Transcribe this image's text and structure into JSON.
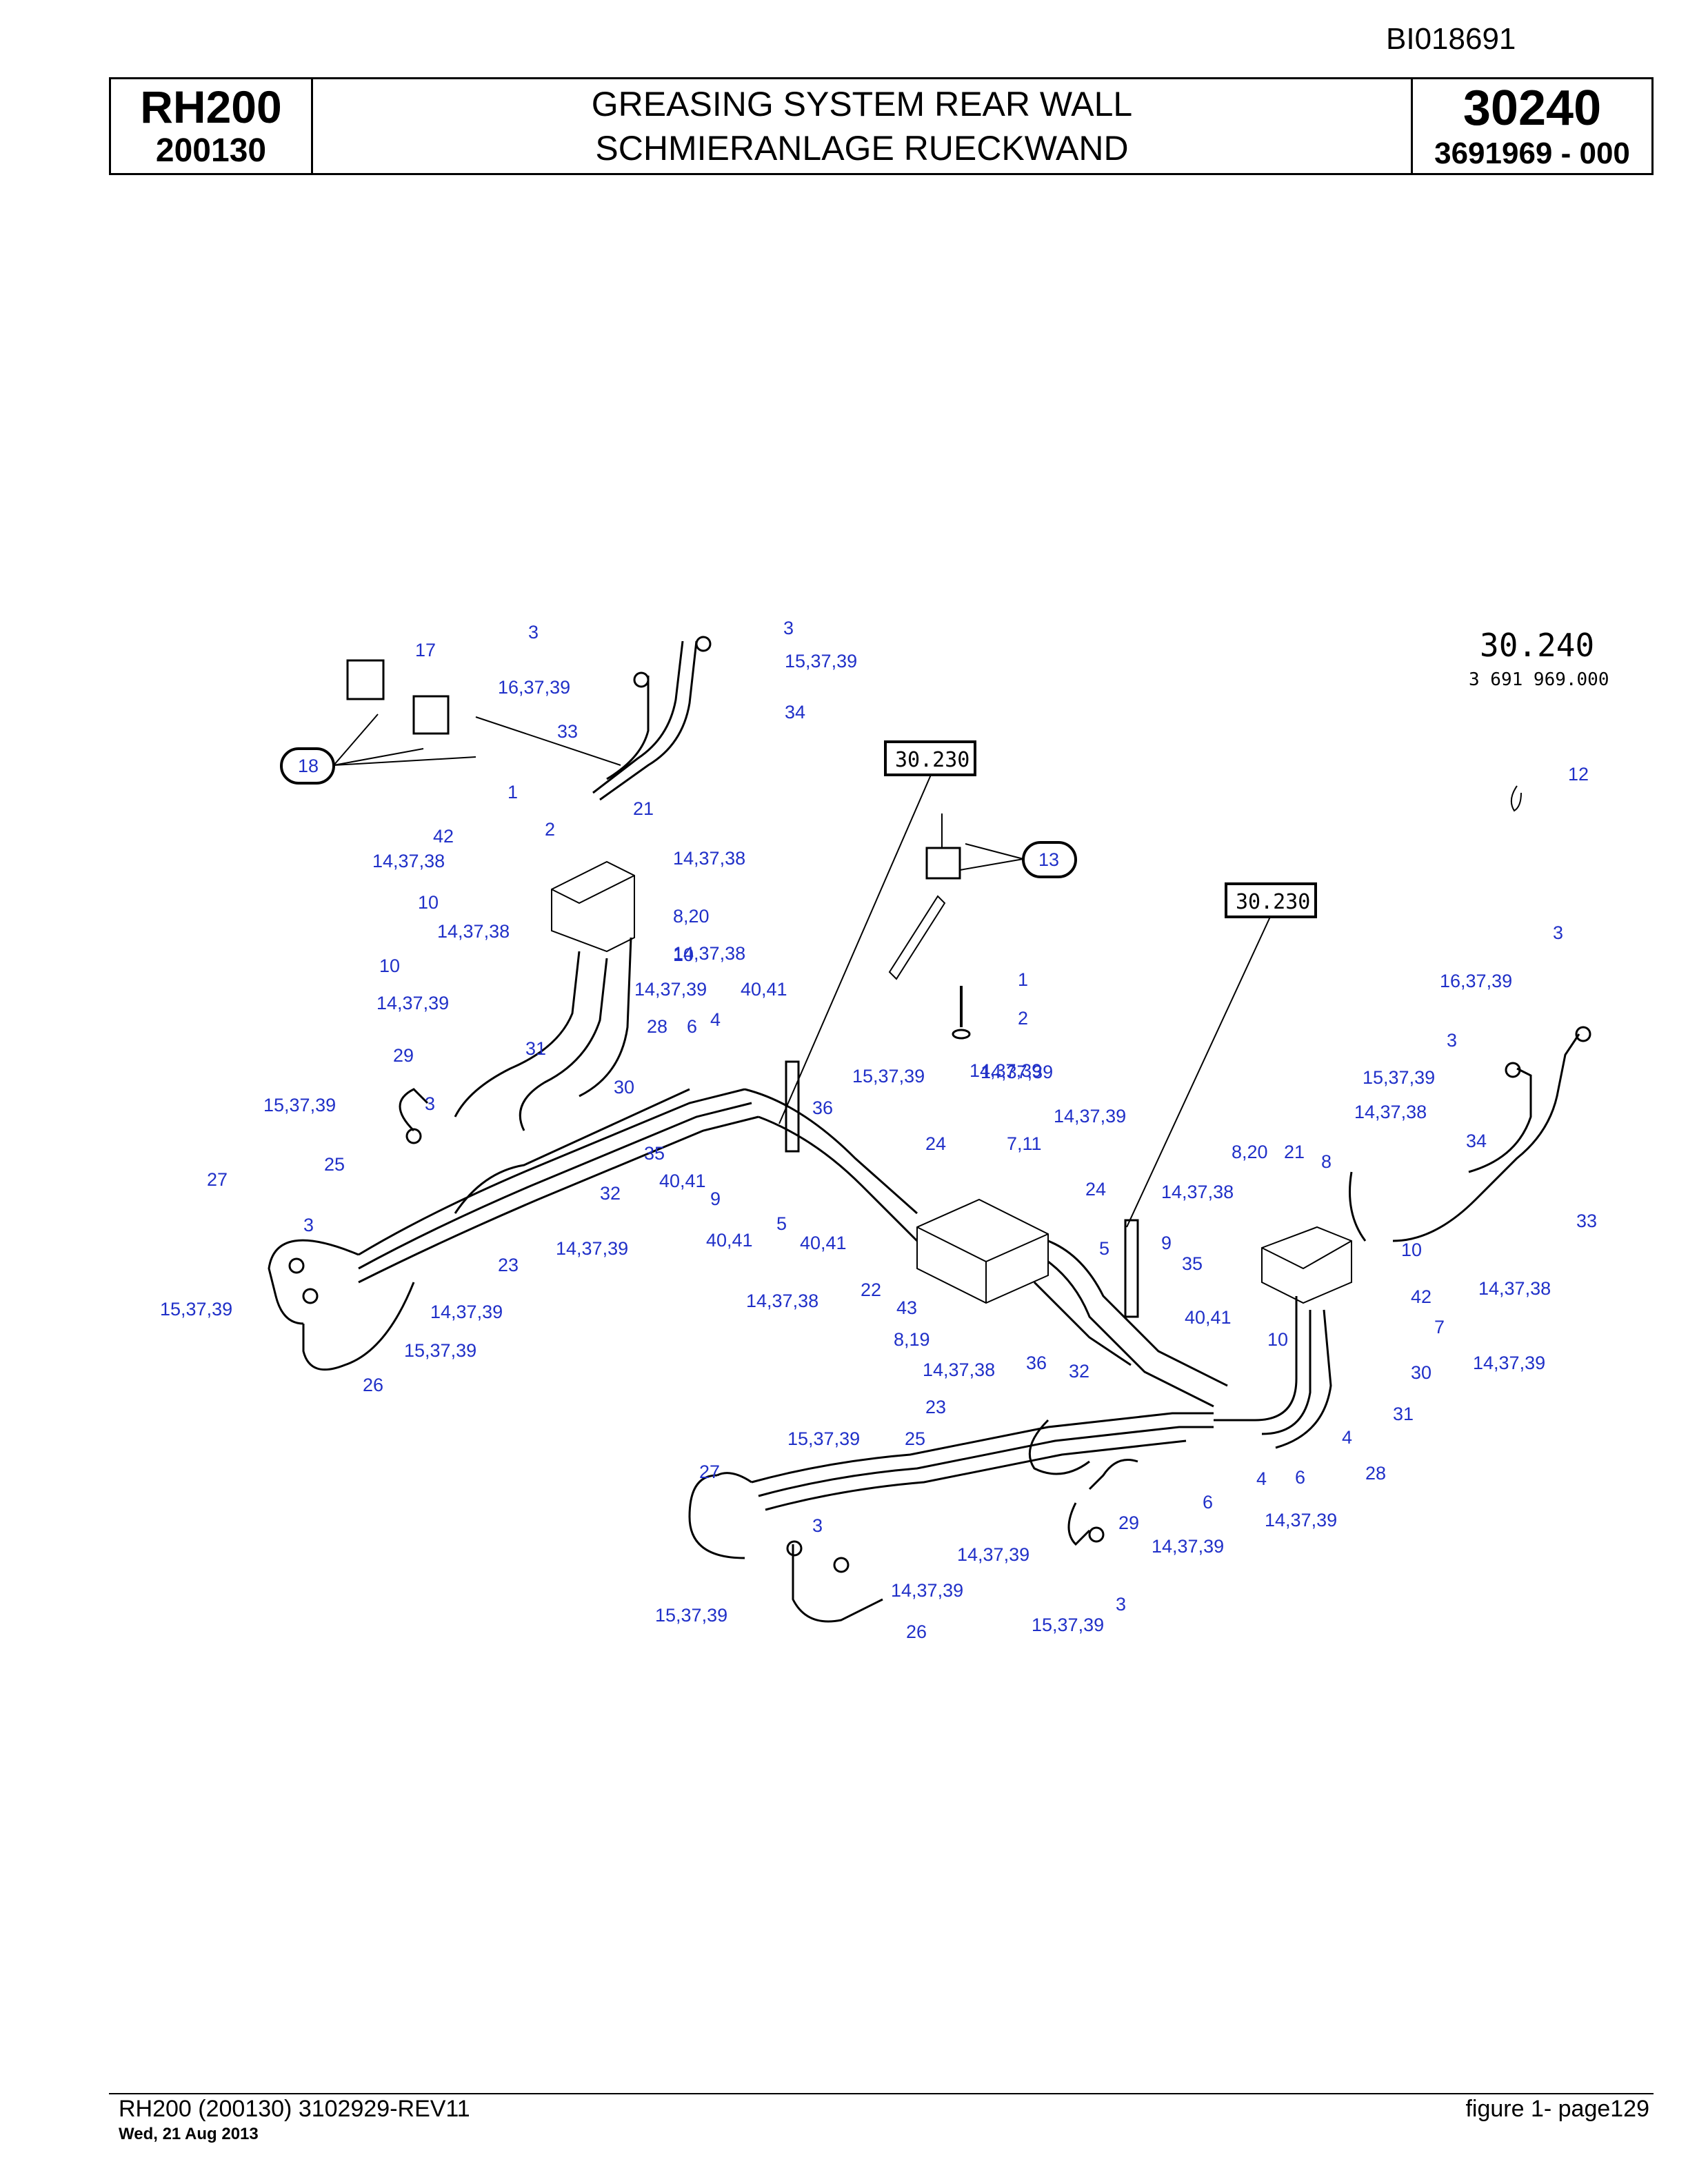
{
  "header": {
    "doc_id": "BI018691",
    "model": "RH200",
    "serial": "200130",
    "title_en": "GREASING SYSTEM REAR WALL",
    "title_de": "SCHMIERANLAGE RUECKWAND",
    "section": "30240",
    "part_number": "3691969  - 000"
  },
  "drawing": {
    "plate_title": "30.240",
    "plate_number": "3 691 969.000",
    "ref_boxes": [
      "30.230",
      "30.230"
    ],
    "circled_callouts": [
      "18",
      "13"
    ],
    "callouts": [
      "17",
      "3",
      "3",
      "15,37,39",
      "16,37,39",
      "34",
      "33",
      "1",
      "21",
      "2",
      "42",
      "14,37,38",
      "14,37,38",
      "10",
      "8,20",
      "14,37,38",
      "10",
      "10",
      "14,37,38",
      "14,37,39",
      "14,37,39",
      "40,41",
      "28",
      "6",
      "4",
      "31",
      "29",
      "30",
      "3",
      "15,37,39",
      "35",
      "36",
      "15,37,39",
      "14,37,39",
      "25",
      "27",
      "40,41",
      "9",
      "32",
      "3",
      "14,37,39",
      "23",
      "40,41",
      "5",
      "40,41",
      "15,37,39",
      "14,37,39",
      "15,37,39",
      "26",
      "12",
      "3",
      "16,37,39",
      "3",
      "15,37,39",
      "14,37,38",
      "34",
      "1",
      "2",
      "14,37,39",
      "14,37,39",
      "24",
      "7,11",
      "24",
      "8,20",
      "21",
      "8",
      "14,37,38",
      "33",
      "5",
      "9",
      "35",
      "10",
      "14,37,38",
      "42",
      "22",
      "14,37,38",
      "43",
      "8,19",
      "40,41",
      "10",
      "7",
      "14,37,38",
      "36",
      "32",
      "30",
      "14,37,39",
      "31",
      "23",
      "4",
      "15,37,39",
      "25",
      "28",
      "27",
      "6",
      "4",
      "14,37,39",
      "29",
      "6",
      "3",
      "14,37,39",
      "14,37,39",
      "14,37,39",
      "3",
      "15,37,39",
      "15,37,39",
      "26"
    ]
  },
  "footer": {
    "left": "RH200 (200130) 3102929-REV11",
    "date": "Wed, 21 Aug 2013",
    "right": "figure  1- page129"
  }
}
